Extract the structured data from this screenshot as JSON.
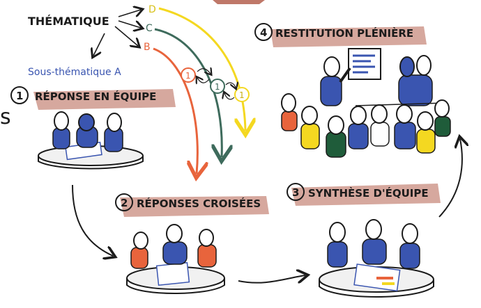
{
  "colors": {
    "ink": "#1b1b1b",
    "blue": "#3a55b0",
    "red_brown": "#b4604f",
    "orange": "#e8643c",
    "teal": "#3e6b5c",
    "yellow": "#f4d821",
    "green": "#1f5c3a",
    "light_blue": "#7aa2d6",
    "table": "#f1f1f1"
  },
  "theme": {
    "label": "THÉMATIQUE",
    "branches": [
      "D",
      "C",
      "B"
    ]
  },
  "subtheme": {
    "label": "Sous-thématique A"
  },
  "steps": [
    {
      "number": "1",
      "label": "RÉPONSE EN ÉQUIPE"
    },
    {
      "number": "2",
      "label": "RÉPONSES CROISÉES"
    },
    {
      "number": "3",
      "label": "SYNTHÈSE D'ÉQUIPE"
    },
    {
      "number": "4",
      "label": "RESTITUTION PLÉNIÈRE"
    }
  ],
  "arc_badges": [
    "1",
    "1",
    "1"
  ],
  "edge_text": "s",
  "icons": [
    "arrow-icon",
    "team-table-icon",
    "presentation-board-icon",
    "speaker-person-icon",
    "audience-person-icon"
  ]
}
